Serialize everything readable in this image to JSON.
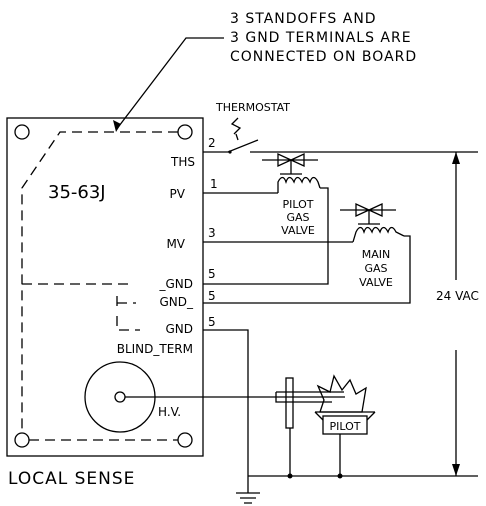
{
  "note": {
    "line1": "3 STANDOFFS AND",
    "line2": "3 GND TERMINALS ARE",
    "line3": "CONNECTED ON BOARD"
  },
  "board": {
    "model": "35-63J",
    "footer": "LOCAL SENSE",
    "labels": {
      "ths": "THS",
      "pv": "PV",
      "mv": "MV",
      "gnd1": "_GND",
      "gnd2": "GND_",
      "gnd3": "GND",
      "blind": "BLIND_TERM",
      "hv": "H.V."
    },
    "wires": {
      "ths": "2",
      "pv": "1",
      "mv": "3",
      "gnd1": "5",
      "gnd2": "5",
      "gnd3": "5"
    }
  },
  "components": {
    "thermostat": "THERMOSTAT",
    "pilot_valve": [
      "PILOT",
      "GAS",
      "VALVE"
    ],
    "main_valve": [
      "MAIN",
      "GAS",
      "VALVE"
    ],
    "pilot": "PILOT",
    "voltage": "24 VAC"
  }
}
